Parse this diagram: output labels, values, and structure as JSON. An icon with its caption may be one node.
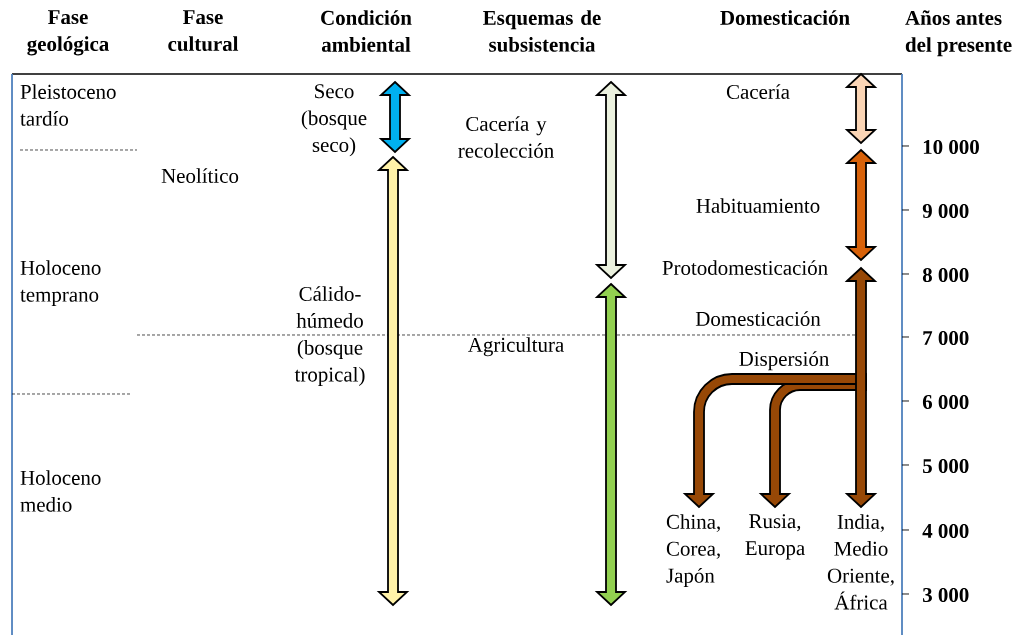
{
  "diagram": {
    "nodes": [
      {
        "text": [
          "China, Corea, Japón"
        ]
      },
      {
        "text": [
          "Rusia, Europa"
        ]
      },
      {
        "text": [
          "India, Medio Oriente, África"
        ]
      }
    ],
    "edges": [
      {
        "from": null,
        "to": 2,
        "arrow": "both"
      },
      {
        "from": null,
        "to": 0,
        "arrow": "to"
      },
      {
        "from": null,
        "to": 1,
        "arrow": "to"
      }
    ],
    "labels": [
      "Fase geológica",
      "Fase cultural",
      "Condición ambiental",
      "Esquemas de subsistencia",
      "Domesticación",
      "Años antes del presente",
      "Pleistoceno tardío",
      "Seco (bosque seco)",
      "Cacería",
      "Cacería y recolección",
      "10 000",
      "Neolítico",
      "Habituamiento",
      "9 000",
      "Holoceno temprano",
      "Protodomesticación",
      "8 000",
      "Cálido-húmedo (bosque tropical)",
      "Domesticación",
      "7 000",
      "Agricultura",
      "Dispersión",
      "6 000",
      "Holoceno medio",
      "5 000",
      "4 000",
      "3 000"
    ]
  }
}
